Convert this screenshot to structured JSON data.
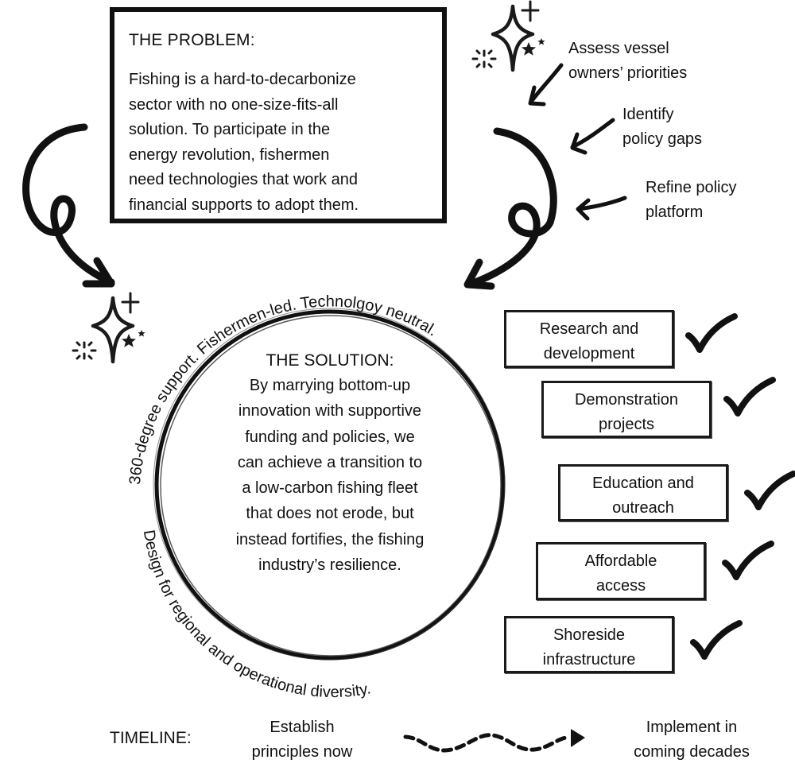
{
  "problem": {
    "title": "THE PROBLEM:",
    "lines": [
      "Fishing is a hard-to-decarbonize",
      "sector with no one-size-fits-all",
      "solution. To participate in the",
      "energy revolution, fishermen",
      "need technologies that work and",
      "financial supports to adopt them."
    ]
  },
  "steps": [
    {
      "lines": [
        "Assess vessel",
        "owners’ priorities"
      ],
      "icon": "arrow-icon"
    },
    {
      "lines": [
        "Identify",
        "policy gaps"
      ],
      "icon": "arrow-icon"
    },
    {
      "lines": [
        "Refine policy",
        "platform"
      ],
      "icon": "arrow-icon"
    }
  ],
  "solution": {
    "title": "THE SOLUTION:",
    "lines": [
      "By marrying bottom-up",
      "innovation with supportive",
      "funding and policies, we",
      "can achieve a transition to",
      "a low-carbon fishing fleet",
      "that does not erode, but",
      "instead fortifies, the fishing",
      "industry’s resilience."
    ]
  },
  "arc_text": {
    "top": "360-degree support. Fishermen-led. Technolgoy neutral.",
    "bottom": "Design for regional and operational diversity."
  },
  "pillars": [
    {
      "lines": [
        "Research and",
        "development"
      ],
      "status": "checked"
    },
    {
      "lines": [
        "Demonstration",
        "projects"
      ],
      "status": "checked"
    },
    {
      "lines": [
        "Education and",
        "outreach"
      ],
      "status": "checked"
    },
    {
      "lines": [
        "Affordable",
        "access"
      ],
      "status": "checked"
    },
    {
      "lines": [
        "Shoreside",
        "infrastructure"
      ],
      "status": "checked"
    }
  ],
  "timeline": {
    "label": "TIMELINE:",
    "start": [
      "Establish",
      "principles now"
    ],
    "end": [
      "Implement in",
      "coming decades"
    ]
  },
  "icons": {
    "sparkles": "sparkles-icon",
    "check": "checkmark-icon",
    "curly_arrow": "curly-arrow-icon",
    "dashed_arrow": "dashed-arrow-icon"
  },
  "colors": {
    "ink": "#111111",
    "background": "#ffffff"
  }
}
